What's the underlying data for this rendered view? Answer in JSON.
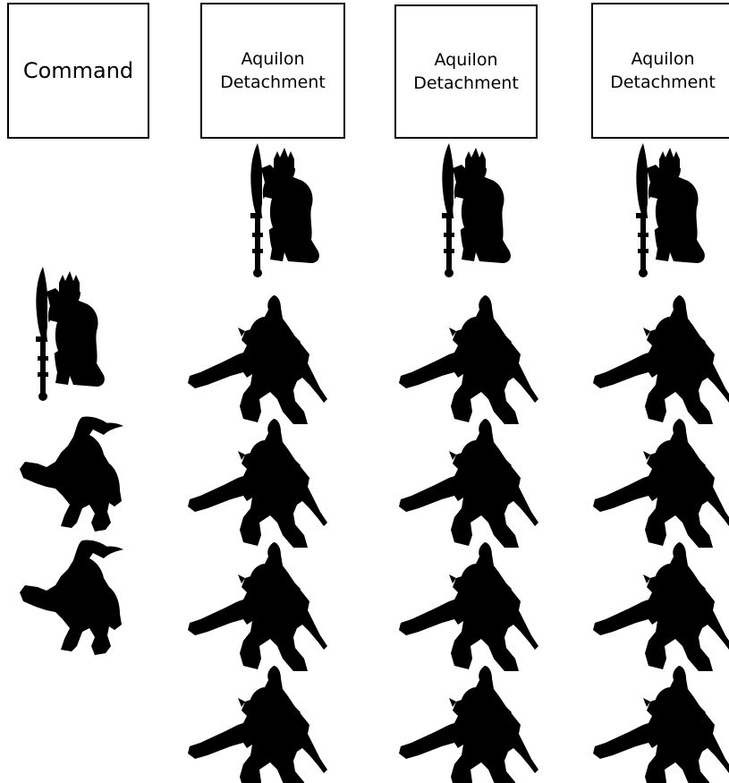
{
  "columns": [
    {
      "label": "Command",
      "units": [
        {
          "type": "captain"
        },
        {
          "type": "lieutenant"
        },
        {
          "type": "lieutenant"
        }
      ]
    },
    {
      "label": "Aquilon\nDetachment",
      "units": [
        {
          "type": "captain"
        },
        {
          "type": "gunner"
        },
        {
          "type": "gunner"
        },
        {
          "type": "gunner"
        },
        {
          "type": "gunner"
        }
      ]
    },
    {
      "label": "Aquilon\nDetachment",
      "units": [
        {
          "type": "captain"
        },
        {
          "type": "gunner"
        },
        {
          "type": "gunner"
        },
        {
          "type": "gunner"
        },
        {
          "type": "gunner"
        }
      ]
    },
    {
      "label": "Aquilon\nDetachment",
      "units": [
        {
          "type": "captain"
        },
        {
          "type": "gunner"
        },
        {
          "type": "gunner"
        },
        {
          "type": "gunner"
        },
        {
          "type": "gunner"
        }
      ]
    }
  ],
  "colors": {
    "silhouette": "#000000",
    "border": "#000000",
    "background": "#ffffff"
  }
}
